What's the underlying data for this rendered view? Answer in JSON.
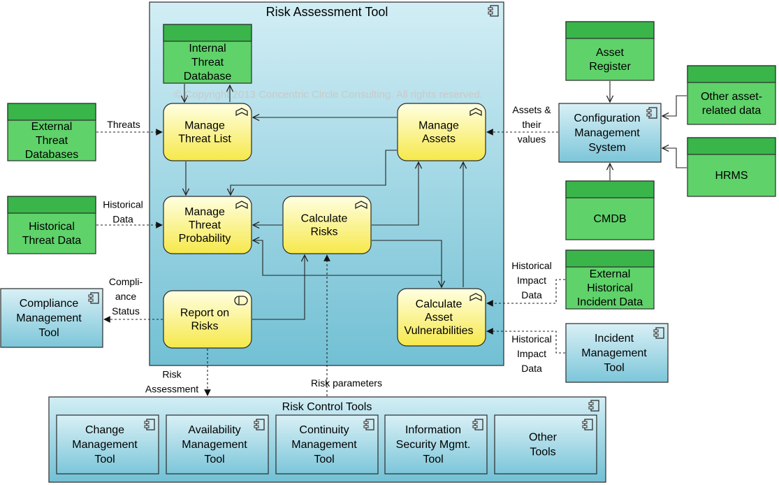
{
  "colors": {
    "data_body": "#5fd26a",
    "data_header": "#39b54a",
    "process_fill": "#fff36b",
    "component_fill": "#8fd0e0",
    "container_fill": "#8ed1e2",
    "stroke": "#2b2b2b"
  },
  "watermark": "© Copyright 2013 Concentric Circle Consulting. All rights reserved.",
  "containers": {
    "risk_assessment_tool": "Risk Assessment Tool",
    "risk_control_tools": "Risk Control Tools"
  },
  "data_objects": {
    "internal_threat_db": [
      "Internal",
      "Threat",
      "Database"
    ],
    "external_threat_db": [
      "External",
      "Threat",
      "Databases"
    ],
    "historical_threat": [
      "Historical",
      "Threat Data"
    ],
    "asset_register": [
      "Asset",
      "Register"
    ],
    "other_asset_data": [
      "Other asset-",
      "related data"
    ],
    "hrms": [
      "HRMS"
    ],
    "cmdb": [
      "CMDB"
    ],
    "external_incident": [
      "External",
      "Historical",
      "Incident Data"
    ]
  },
  "processes": {
    "manage_threat_list": [
      "Manage",
      "Threat List"
    ],
    "manage_assets": [
      "Manage",
      "Assets"
    ],
    "manage_threat_prob": [
      "Manage",
      "Threat",
      "Probability"
    ],
    "calculate_risks": [
      "Calculate",
      "Risks"
    ],
    "report_on_risks": [
      "Report on",
      "Risks"
    ],
    "calc_vulnerabilities": [
      "Calculate",
      "Asset",
      "Vulnerabilities"
    ]
  },
  "components": {
    "cms": [
      "Configuration",
      "Management",
      "System"
    ],
    "compliance_tool": [
      "Compliance",
      "Management",
      "Tool"
    ],
    "incident_tool": [
      "Incident",
      "Management",
      "Tool"
    ],
    "change_tool": [
      "Change",
      "Management",
      "Tool"
    ],
    "availability_tool": [
      "Availability",
      "Management",
      "Tool"
    ],
    "continuity_tool": [
      "Continuity",
      "Management",
      "Tool"
    ],
    "infosec_tool": [
      "Information",
      "Security Mgmt.",
      "Tool"
    ],
    "other_tools": [
      "Other",
      "Tools"
    ]
  },
  "edge_labels": {
    "threats": [
      "Threats"
    ],
    "historical_data": [
      "Historical",
      "Data"
    ],
    "assets_values": [
      "Assets &",
      "their",
      "values"
    ],
    "compliance_status": [
      "Compli-",
      "ance",
      "Status"
    ],
    "risk_assessment": [
      "Risk",
      "Assessment"
    ],
    "risk_parameters": [
      "Risk parameters"
    ],
    "historical_impact_1": [
      "Historical",
      "Impact",
      "Data"
    ],
    "historical_impact_2": [
      "Historical",
      "Impact",
      "Data"
    ]
  }
}
